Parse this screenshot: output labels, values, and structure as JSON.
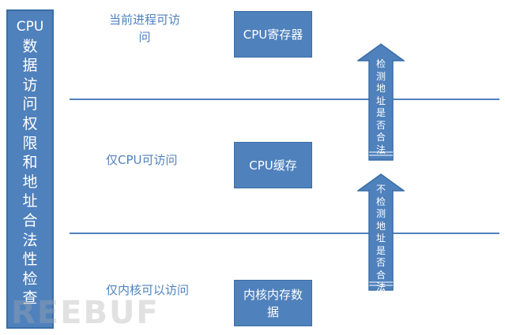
{
  "colors": {
    "accent": "#4f81bd",
    "text_on_accent": "#ffffff"
  },
  "vertical_bar": {
    "chars": [
      "CPU",
      "数",
      "据",
      "访",
      "问",
      "权",
      "限",
      "和",
      "地",
      "址",
      "合",
      "法",
      "性",
      "检",
      "查"
    ]
  },
  "levels": [
    {
      "label_lines": [
        "当前进程可访",
        "问"
      ],
      "box_lines": [
        "CPU寄存器"
      ]
    },
    {
      "label_lines": [
        "仅CPU可访问"
      ],
      "box_lines": [
        "CPU缓存"
      ]
    },
    {
      "label_lines": [
        "仅内核可以访问"
      ],
      "box_lines": [
        "内核内存数",
        "据"
      ]
    }
  ],
  "arrows": [
    {
      "chars": [
        "检",
        "测",
        "地",
        "址",
        "是",
        "否",
        "合",
        "法"
      ]
    },
    {
      "chars": [
        "不",
        "检",
        "测",
        "地",
        "址",
        "是",
        "否",
        "合",
        "法"
      ]
    }
  ],
  "watermark": "REEBUF"
}
